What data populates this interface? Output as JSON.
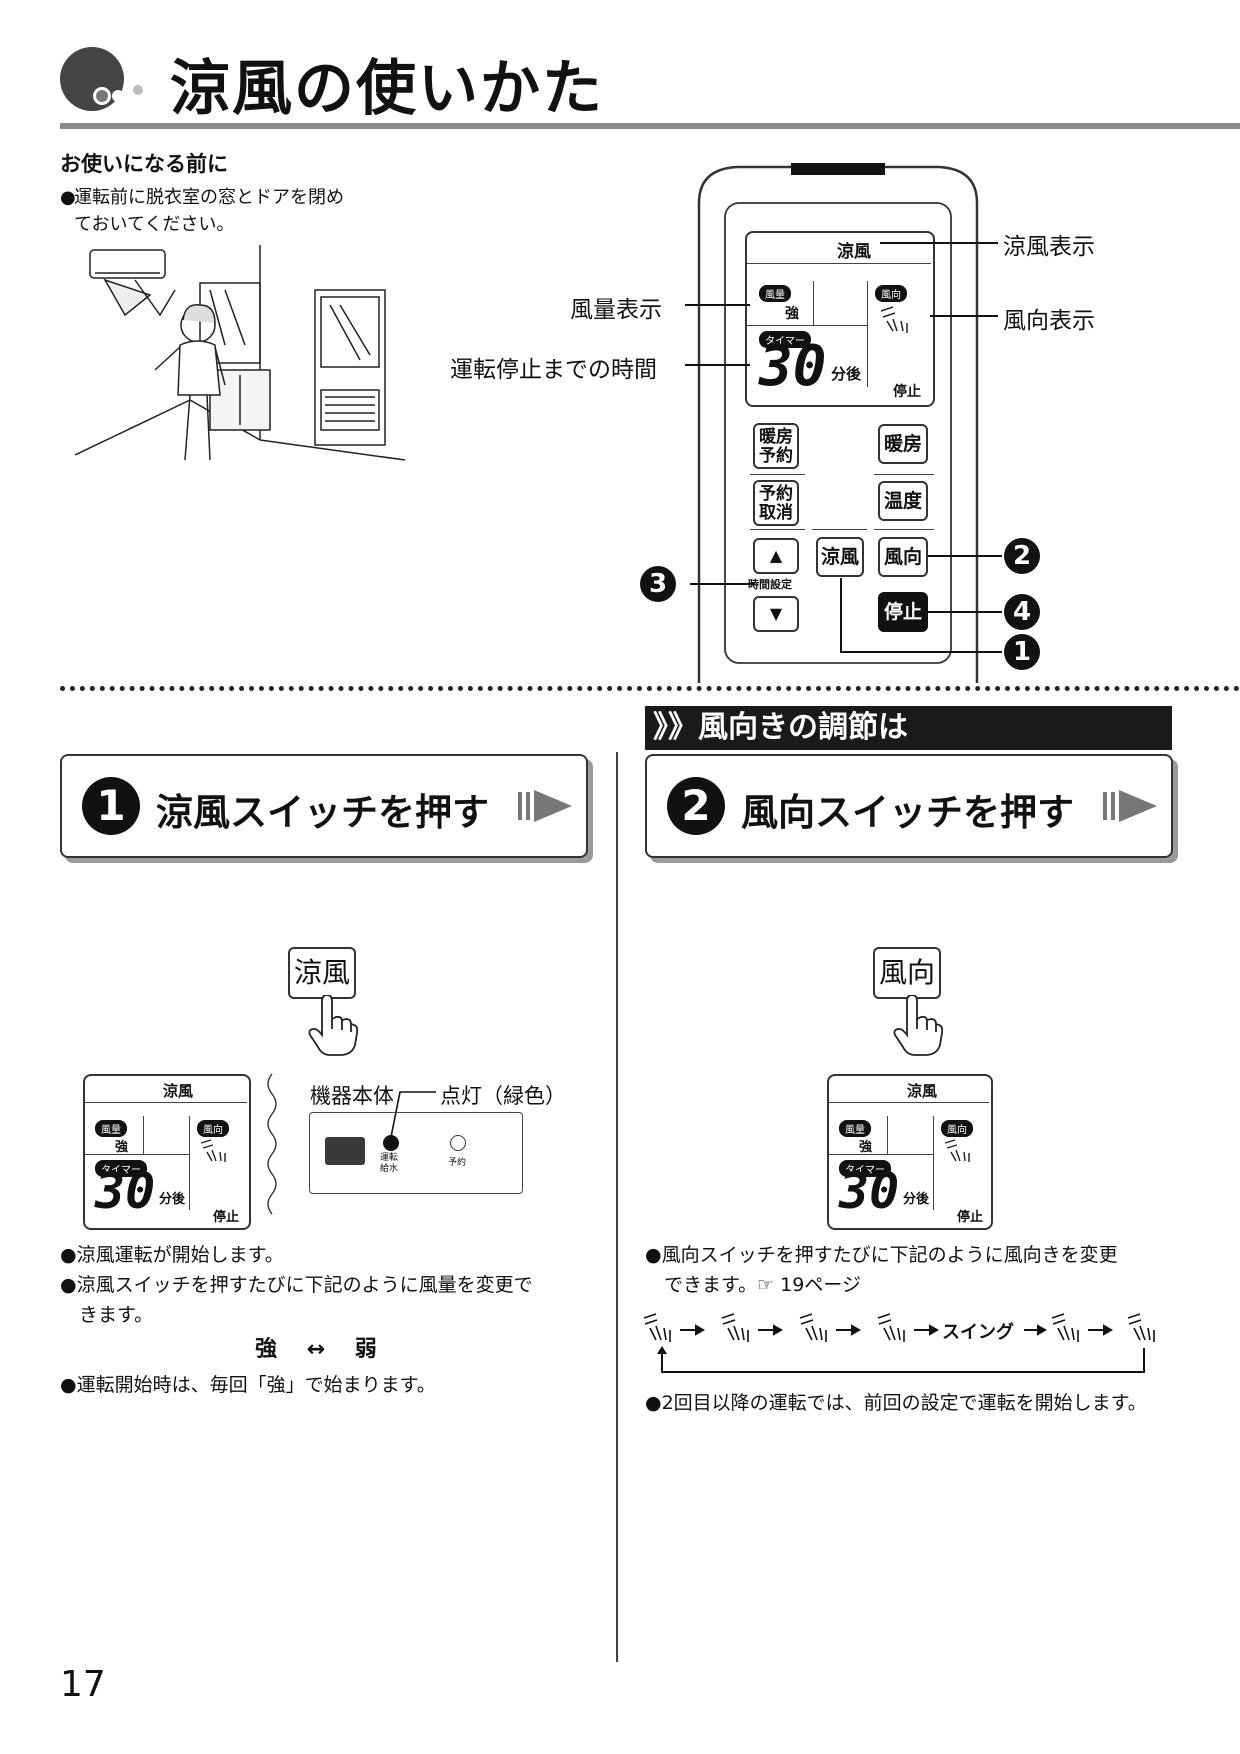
{
  "header": {
    "title": "涼風の使いかた"
  },
  "before_use": {
    "heading": "お使いになる前に",
    "note_line1": "運転前に脱衣室の窓とドアを閉め",
    "note_line2": "ておいてください。"
  },
  "remote": {
    "lcd_mode": "涼風",
    "lcd_volume_tag": "風量",
    "lcd_volume_value": "強",
    "lcd_direction_tag": "風向",
    "lcd_timer_tag": "タイマー",
    "lcd_digits": "30",
    "lcd_minutes_after": "分後",
    "lcd_stop": "停止",
    "btn_heat_reserve": "暖房予約",
    "btn_heat": "暖房",
    "btn_cancel_reserve": "予約取消",
    "btn_temp": "温度",
    "btn_cool": "涼風",
    "btn_direction": "風向",
    "btn_stop": "停止",
    "time_setting": "時間設定",
    "up_arrow": "▲",
    "down_arrow": "▼",
    "callout_cool_display": "涼風表示",
    "callout_volume_display": "風量表示",
    "callout_direction_display": "風向表示",
    "callout_time_to_stop": "運転停止までの時間",
    "marker_1": "1",
    "marker_2": "2",
    "marker_3": "3",
    "marker_4": "4"
  },
  "section_direction_heading": "》》風向きの調節は",
  "step1": {
    "number": "1",
    "title": "涼風スイッチを押す",
    "button": "涼風",
    "main_unit_label": "機器本体",
    "lit_label": "点灯（緑色）",
    "indicator_run": "運転",
    "indicator_water": "給水",
    "indicator_reserve": "予約",
    "bullet1": "涼風運転が開始します。",
    "bullet2_line1": "涼風スイッチを押すたびに下記のように風量を変更で",
    "bullet2_line2": "きます。",
    "strong": "強",
    "arrow": "↔",
    "weak": "弱",
    "bullet3": "運転開始時は、毎回「強」で始まります。"
  },
  "step2": {
    "number": "2",
    "title": "風向スイッチを押す",
    "button": "風向",
    "bullet1_line1": "風向スイッチを押すたびに下記のように風向きを変更",
    "bullet1_line2": "できます。☞ 19ページ",
    "swing": "スイング",
    "bullet2": "2回目以降の運転では、前回の設定で運転を開始します。"
  },
  "page_number": "17"
}
